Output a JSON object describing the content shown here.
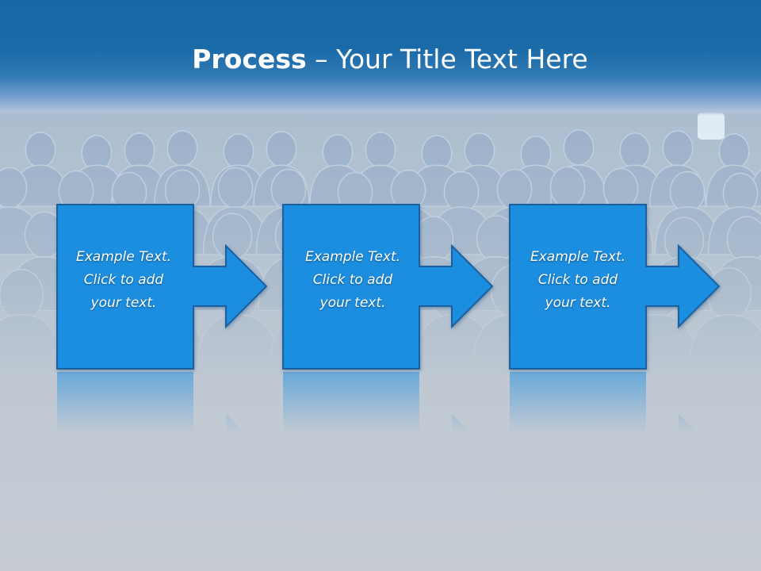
{
  "slide": {
    "title_bold": "Process",
    "title_rest": " – Your Title Text Here"
  },
  "steps": [
    {
      "lines": [
        "Example Text.",
        "Click  to add",
        "your text."
      ]
    },
    {
      "lines": [
        "Example Text.",
        "Click  to add",
        "your text."
      ]
    },
    {
      "lines": [
        "Example Text.",
        "Click  to add",
        "your text."
      ]
    }
  ],
  "colors": {
    "header": "#1667a6",
    "box_fill": "#1e8ee0",
    "box_stroke": "#1a5f9e",
    "background": "#c3cad3"
  }
}
